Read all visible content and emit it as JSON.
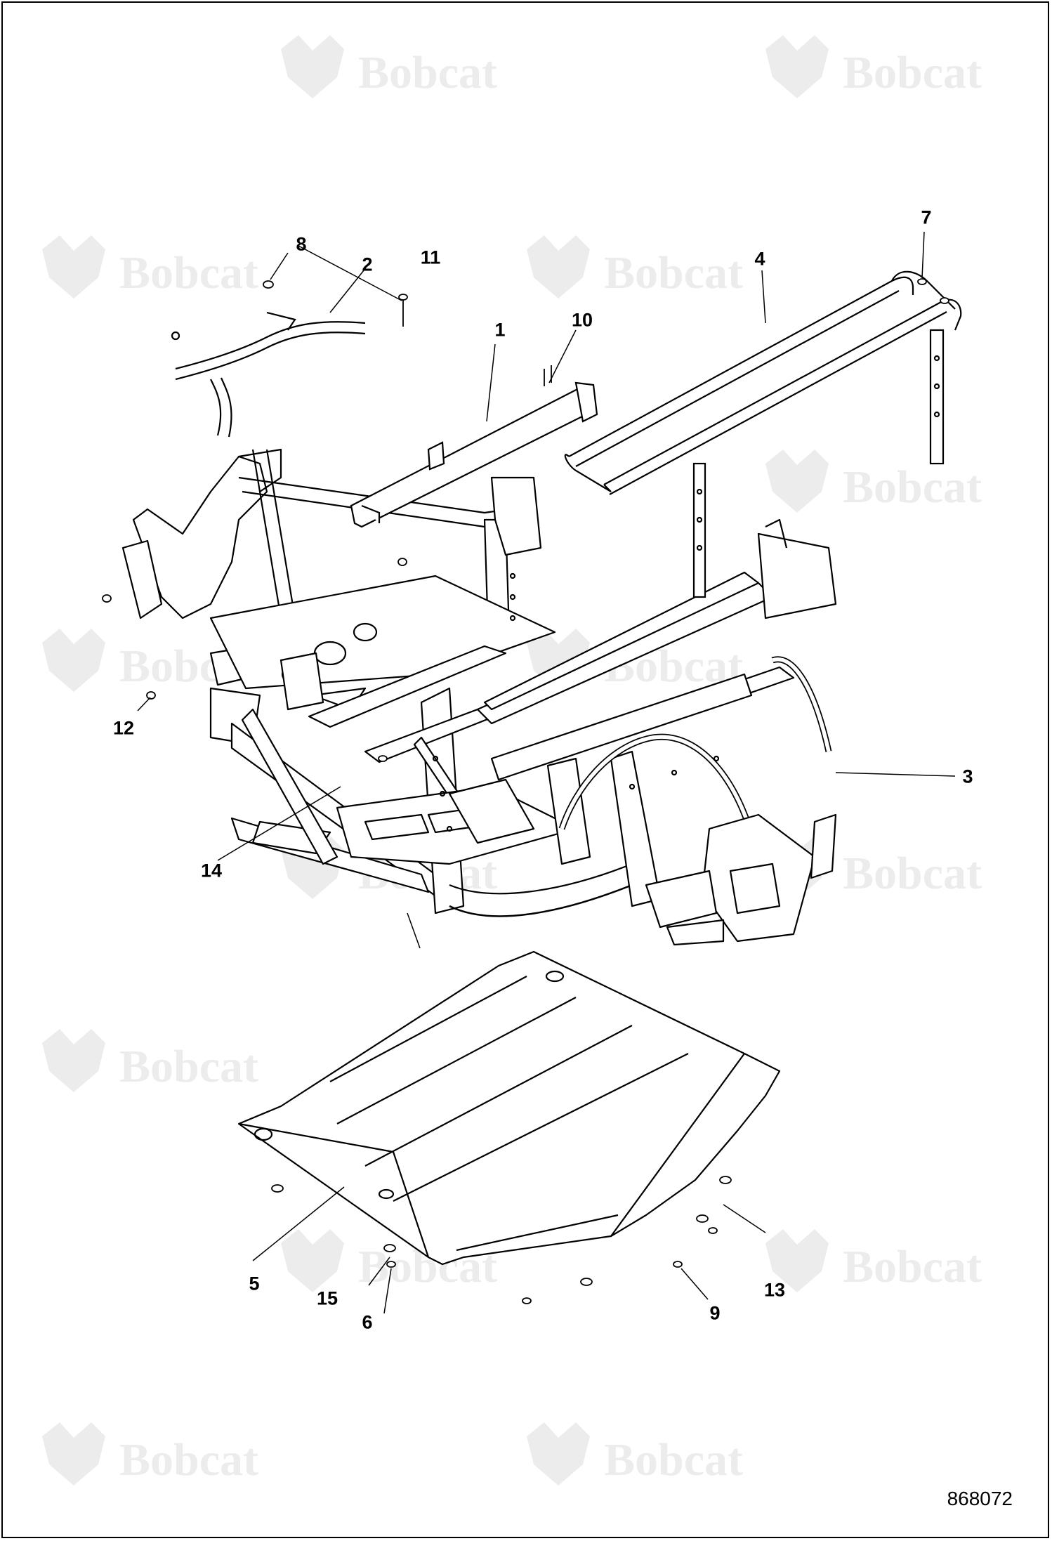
{
  "diagram": {
    "watermark_text": "Bobcat",
    "document_number": "868072",
    "callouts": [
      {
        "id": "c1",
        "label": "1"
      },
      {
        "id": "c2",
        "label": "2"
      },
      {
        "id": "c3",
        "label": "3"
      },
      {
        "id": "c4",
        "label": "4"
      },
      {
        "id": "c5",
        "label": "5"
      },
      {
        "id": "c6",
        "label": "6"
      },
      {
        "id": "c7",
        "label": "7"
      },
      {
        "id": "c8",
        "label": "8"
      },
      {
        "id": "c9",
        "label": "9"
      },
      {
        "id": "c10",
        "label": "10"
      },
      {
        "id": "c11",
        "label": "11"
      },
      {
        "id": "c12",
        "label": "12"
      },
      {
        "id": "c13",
        "label": "13"
      },
      {
        "id": "c14",
        "label": "14"
      },
      {
        "id": "c15",
        "label": "15"
      }
    ],
    "colors": {
      "line": "#000000",
      "fill": "#ffffff",
      "watermark": "#ececec"
    }
  }
}
